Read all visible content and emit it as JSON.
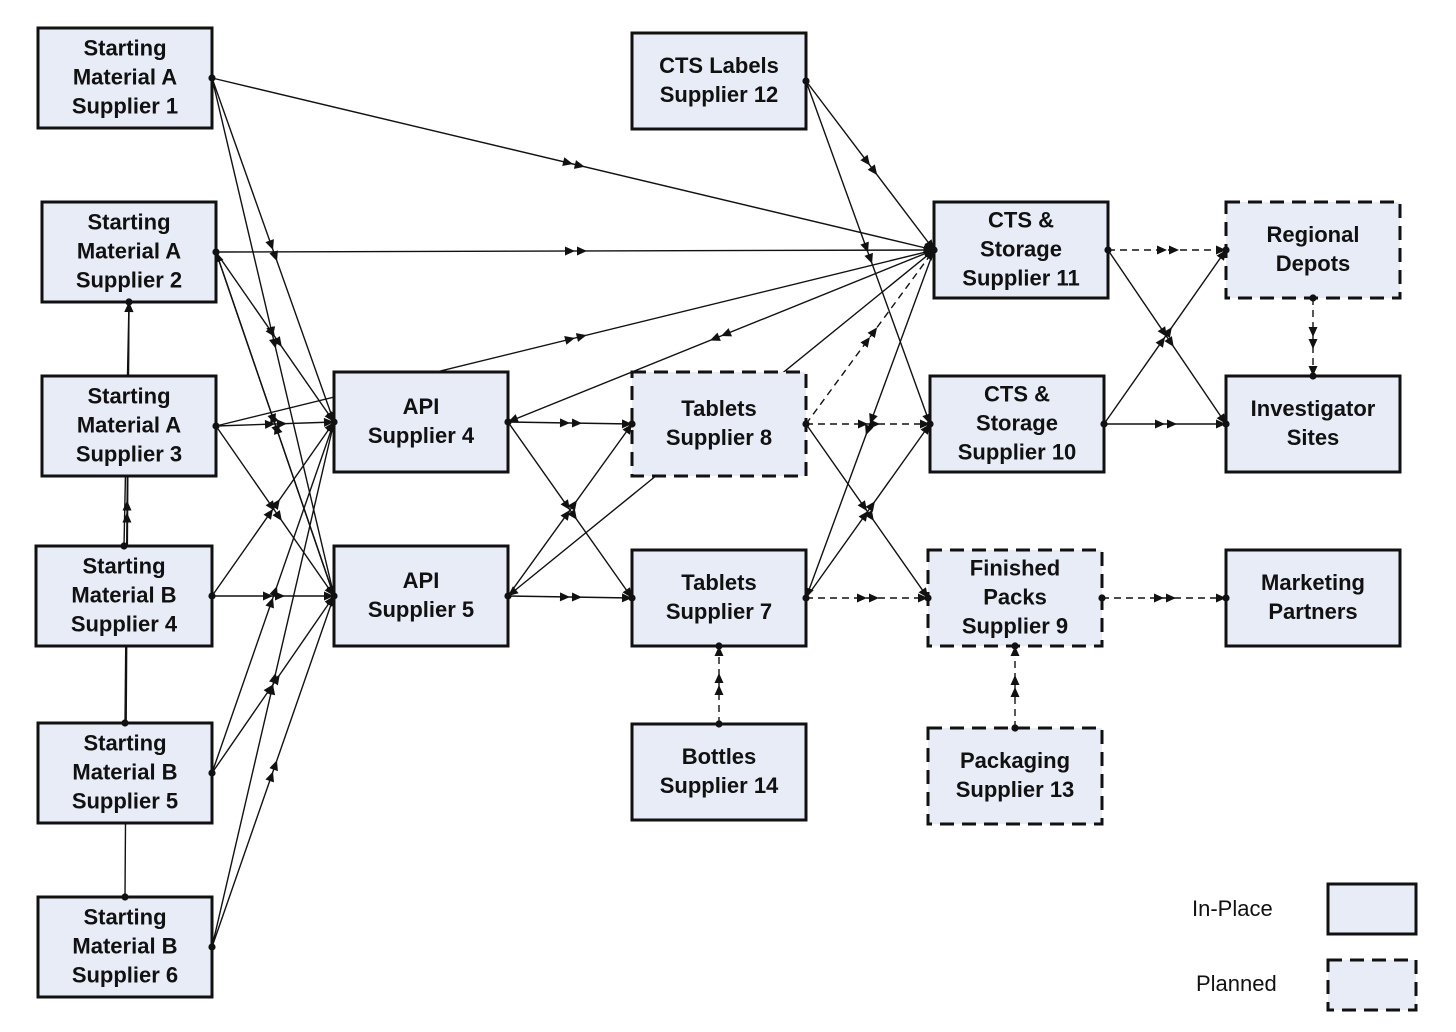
{
  "nodes": [
    {
      "id": "sma1",
      "label": [
        "Starting",
        "Material A",
        "Supplier 1"
      ],
      "status": "in-place"
    },
    {
      "id": "sma2",
      "label": [
        "Starting",
        "Material A",
        "Supplier 2"
      ],
      "status": "in-place"
    },
    {
      "id": "sma3",
      "label": [
        "Starting",
        "Material A",
        "Supplier 3"
      ],
      "status": "in-place"
    },
    {
      "id": "smb4",
      "label": [
        "Starting",
        "Material B",
        "Supplier 4"
      ],
      "status": "in-place"
    },
    {
      "id": "smb5",
      "label": [
        "Starting",
        "Material B",
        "Supplier 5"
      ],
      "status": "in-place"
    },
    {
      "id": "smb6",
      "label": [
        "Starting",
        "Material B",
        "Supplier 6"
      ],
      "status": "in-place"
    },
    {
      "id": "api4",
      "label": [
        "API",
        "Supplier 4"
      ],
      "status": "in-place"
    },
    {
      "id": "api5",
      "label": [
        "API",
        "Supplier 5"
      ],
      "status": "in-place"
    },
    {
      "id": "cts12",
      "label": [
        "CTS Labels",
        "Supplier 12"
      ],
      "status": "in-place"
    },
    {
      "id": "tab8",
      "label": [
        "Tablets",
        "Supplier 8"
      ],
      "status": "planned"
    },
    {
      "id": "tab7",
      "label": [
        "Tablets",
        "Supplier 7"
      ],
      "status": "in-place"
    },
    {
      "id": "bot14",
      "label": [
        "Bottles",
        "Supplier 14"
      ],
      "status": "in-place"
    },
    {
      "id": "cts11",
      "label": [
        "CTS &",
        "Storage",
        "Supplier 11"
      ],
      "status": "in-place"
    },
    {
      "id": "cts10",
      "label": [
        "CTS &",
        "Storage",
        "Supplier 10"
      ],
      "status": "in-place"
    },
    {
      "id": "fin9",
      "label": [
        "Finished",
        "Packs",
        "Supplier 9"
      ],
      "status": "planned"
    },
    {
      "id": "pack13",
      "label": [
        "Packaging",
        "Supplier 13"
      ],
      "status": "planned"
    },
    {
      "id": "regdep",
      "label": [
        "Regional",
        "Depots"
      ],
      "status": "planned"
    },
    {
      "id": "inv",
      "label": [
        "Investigator",
        "Sites"
      ],
      "status": "in-place"
    },
    {
      "id": "mkt",
      "label": [
        "Marketing",
        "Partners"
      ],
      "status": "in-place"
    }
  ],
  "edges": [
    {
      "from": "sma1",
      "to": "cts11",
      "style": "solid"
    },
    {
      "from": "sma1",
      "to": "api4",
      "style": "solid"
    },
    {
      "from": "sma1",
      "to": "api5",
      "style": "solid"
    },
    {
      "from": "sma2",
      "to": "cts11",
      "style": "solid"
    },
    {
      "from": "sma2",
      "to": "api4",
      "style": "solid"
    },
    {
      "from": "sma2",
      "to": "api5",
      "style": "solid"
    },
    {
      "from": "sma3",
      "to": "cts11",
      "style": "solid"
    },
    {
      "from": "sma3",
      "to": "api4",
      "style": "solid"
    },
    {
      "from": "sma3",
      "to": "api5",
      "style": "solid"
    },
    {
      "from": "smb4",
      "to": "api4",
      "style": "solid"
    },
    {
      "from": "smb4",
      "to": "api5",
      "style": "solid"
    },
    {
      "from": "smb4",
      "to": "sma2",
      "style": "solid"
    },
    {
      "from": "smb5",
      "to": "api4",
      "style": "solid"
    },
    {
      "from": "smb5",
      "to": "api5",
      "style": "solid"
    },
    {
      "from": "smb5",
      "to": "sma2",
      "style": "solid"
    },
    {
      "from": "smb6",
      "to": "api4",
      "style": "solid"
    },
    {
      "from": "smb6",
      "to": "api5",
      "style": "solid"
    },
    {
      "from": "smb6",
      "to": "sma2",
      "style": "solid"
    },
    {
      "from": "api4",
      "to": "tab8",
      "style": "solid"
    },
    {
      "from": "api4",
      "to": "tab7",
      "style": "solid"
    },
    {
      "from": "api5",
      "to": "tab7",
      "style": "solid"
    },
    {
      "from": "api5",
      "to": "tab8",
      "style": "solid"
    },
    {
      "from": "api5",
      "to": "sma2",
      "style": "solid"
    },
    {
      "from": "cts11",
      "to": "api4",
      "style": "solid"
    },
    {
      "from": "cts11",
      "to": "api5",
      "style": "solid"
    },
    {
      "from": "cts12",
      "to": "cts11",
      "style": "solid"
    },
    {
      "from": "cts12",
      "to": "cts10",
      "style": "solid"
    },
    {
      "from": "tab8",
      "to": "cts10",
      "style": "dashed"
    },
    {
      "from": "tab8",
      "to": "cts11",
      "style": "dashed"
    },
    {
      "from": "tab8",
      "to": "fin9",
      "style": "solid"
    },
    {
      "from": "tab7",
      "to": "fin9",
      "style": "dashed"
    },
    {
      "from": "tab7",
      "to": "cts10",
      "style": "solid"
    },
    {
      "from": "cts11",
      "to": "tab7",
      "style": "solid"
    },
    {
      "from": "bot14",
      "to": "tab7",
      "style": "dashed"
    },
    {
      "from": "cts11",
      "to": "regdep",
      "style": "dashed"
    },
    {
      "from": "cts11",
      "to": "inv",
      "style": "solid"
    },
    {
      "from": "cts10",
      "to": "inv",
      "style": "solid"
    },
    {
      "from": "cts10",
      "to": "regdep",
      "style": "solid"
    },
    {
      "from": "regdep",
      "to": "inv",
      "style": "dashed"
    },
    {
      "from": "fin9",
      "to": "mkt",
      "style": "dashed"
    },
    {
      "from": "pack13",
      "to": "fin9",
      "style": "dashed"
    }
  ],
  "legend": {
    "in_place": "In-Place",
    "planned": "Planned"
  }
}
